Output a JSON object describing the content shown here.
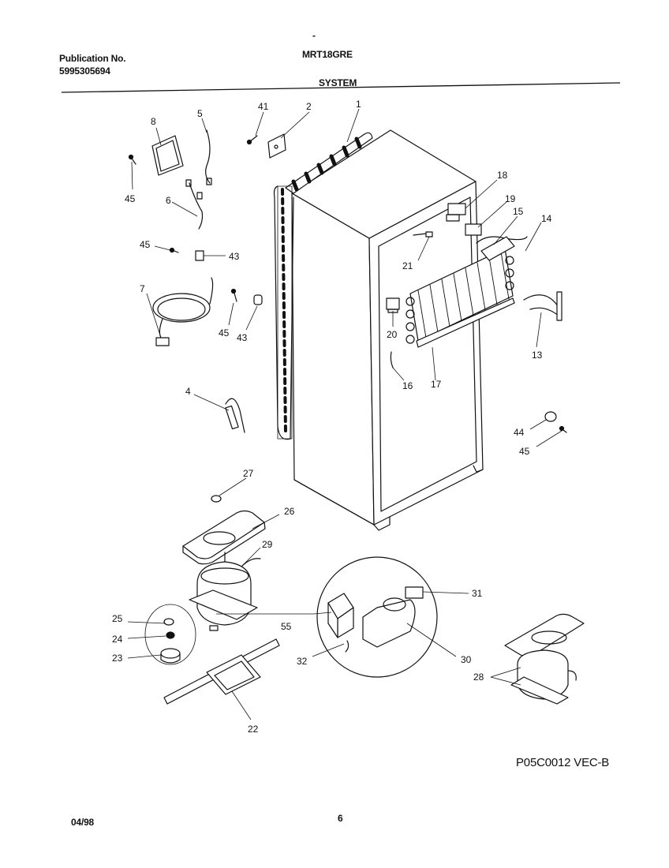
{
  "header": {
    "dash": "-",
    "model": "MRT18GRE",
    "publication_label": "Publication No.",
    "publication_number": "5995305694",
    "section_title": "SYSTEM"
  },
  "callouts": [
    "1",
    "2",
    "41",
    "5",
    "8",
    "45",
    "6",
    "45",
    "43",
    "7",
    "45",
    "43",
    "4",
    "27",
    "26",
    "29",
    "25",
    "24",
    "23",
    "55",
    "32",
    "30",
    "31",
    "22",
    "28",
    "18",
    "19",
    "15",
    "14",
    "21",
    "20",
    "16",
    "17",
    "13",
    "44",
    "45"
  ],
  "footer": {
    "drawing_code": "P05C0012 VEC-B",
    "date": "04/98",
    "page_number": "6"
  }
}
